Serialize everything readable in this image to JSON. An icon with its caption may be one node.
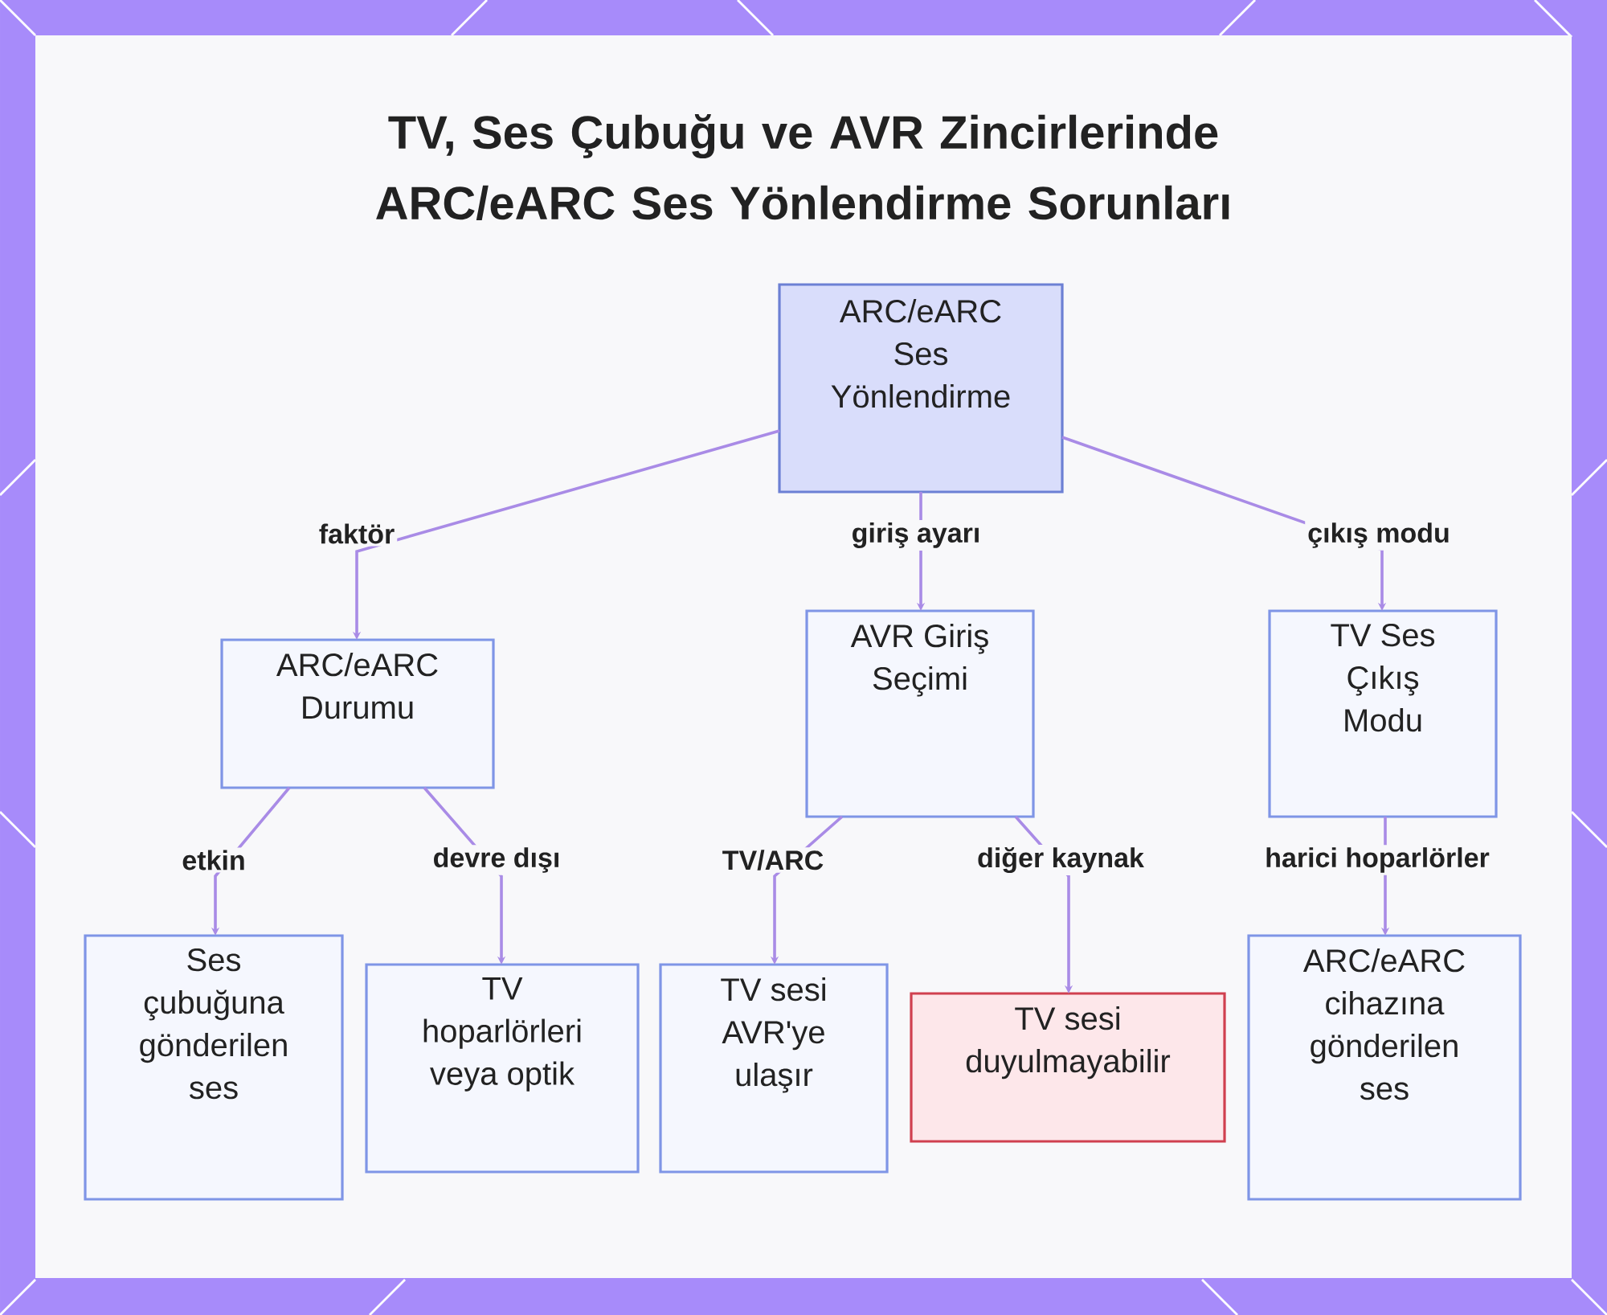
{
  "diagram": {
    "title": "TV, Ses Çubuğu ve AVR Zincirlerinde ARC/eARC Ses Yönlendirme Sorunları",
    "nodes": [
      {
        "text": [
          "ARC/eARC Ses Yönlendirme"
        ]
      },
      {
        "text": [
          "ARC/eARC Durumu"
        ]
      },
      {
        "text": [
          "AVR Giriş Seçimi"
        ]
      },
      {
        "text": [
          "TV Ses Çıkış Modu"
        ]
      },
      {
        "text": [
          "Ses çubuğuna gönderilen ses"
        ]
      },
      {
        "text": [
          "TV hoparlörleri veya optik"
        ]
      },
      {
        "text": [
          "TV sesi AVR'ye ulaşır"
        ]
      },
      {
        "text": [
          "TV sesi duyulmayabilir"
        ]
      },
      {
        "text": [
          "ARC/eARC cihazına gönderilen ses"
        ]
      }
    ],
    "edges": [
      {
        "from": 0,
        "to": 1,
        "arrow": "to",
        "label": "faktör"
      },
      {
        "from": 0,
        "to": 2,
        "arrow": "to",
        "label": "giriş ayarı"
      },
      {
        "from": 0,
        "to": 3,
        "arrow": "to",
        "label": "çıkış modu"
      },
      {
        "from": 1,
        "to": 4,
        "arrow": "to",
        "label": "etkin"
      },
      {
        "from": 1,
        "to": 5,
        "arrow": "to",
        "label": "devre dışı"
      },
      {
        "from": 2,
        "to": 6,
        "arrow": "to",
        "label": "TV/ARC"
      },
      {
        "from": 2,
        "to": 7,
        "arrow": "to",
        "label": "diğer kaynak"
      },
      {
        "from": 3,
        "to": 8,
        "arrow": "to",
        "label": "harici hoparlörler"
      }
    ]
  }
}
